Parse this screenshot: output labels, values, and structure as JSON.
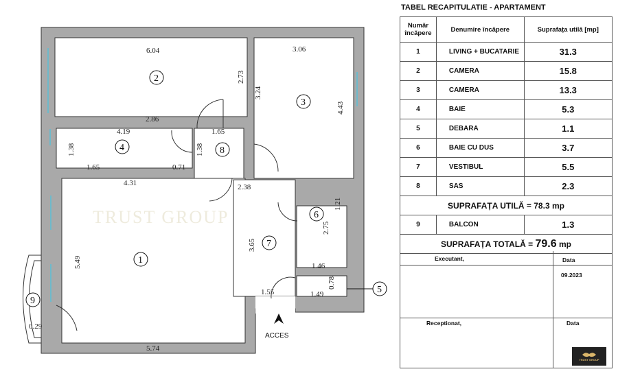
{
  "plan": {
    "rooms": [
      {
        "number": "1"
      },
      {
        "number": "2"
      },
      {
        "number": "3"
      },
      {
        "number": "4"
      },
      {
        "number": "5"
      },
      {
        "number": "6"
      },
      {
        "number": "7"
      },
      {
        "number": "8"
      },
      {
        "number": "9"
      }
    ],
    "dimensions": [
      "6.04",
      "2.73",
      "3.24",
      "3.06",
      "4.43",
      "2.86",
      "4.19",
      "1.65",
      "1.38",
      "1.38",
      "1.65",
      "0.71",
      "4.31",
      "2.38",
      "1.21",
      "2.75",
      "3.65",
      "5.49",
      "1.46",
      "0.78",
      "1.49",
      "1.55",
      "5.74",
      "0.29"
    ],
    "access_label": "ACCES",
    "watermark": "TRUST GROUP",
    "colors": {
      "wall": "#a9a9a9",
      "window": "#5bc0d6"
    }
  },
  "table": {
    "title": "TABEL RECAPITULATIE - APARTAMENT",
    "headers": [
      "Număr încăpere",
      "Denumire încăpere",
      "Suprafața utilă [mp]"
    ],
    "rows": [
      {
        "num": "1",
        "name": "LIVING + BUCATARIE",
        "area": "31.3"
      },
      {
        "num": "2",
        "name": "CAMERA",
        "area": "15.8"
      },
      {
        "num": "3",
        "name": "CAMERA",
        "area": "13.3"
      },
      {
        "num": "4",
        "name": "BAIE",
        "area": "5.3"
      },
      {
        "num": "5",
        "name": "DEBARA",
        "area": "1.1"
      },
      {
        "num": "6",
        "name": "BAIE CU DUS",
        "area": "3.7"
      },
      {
        "num": "7",
        "name": "VESTIBUL",
        "area": "5.5"
      },
      {
        "num": "8",
        "name": "SAS",
        "area": "2.3"
      }
    ],
    "useful_total": "SUPRAFAȚA UTILĂ = 78.3 mp",
    "balcony": {
      "num": "9",
      "name": "BALCON",
      "area": "1.3"
    },
    "total_label": "SUPRAFAȚA TOTALĂ =",
    "total_value": "79.6",
    "total_unit": "mp",
    "executant_label": "Executant,",
    "date_label": "Data",
    "date_value": "09.2023",
    "receptionat_label": "Receptionat,",
    "date_label_2": "Data",
    "logo_text": "TRUST GROUP"
  }
}
